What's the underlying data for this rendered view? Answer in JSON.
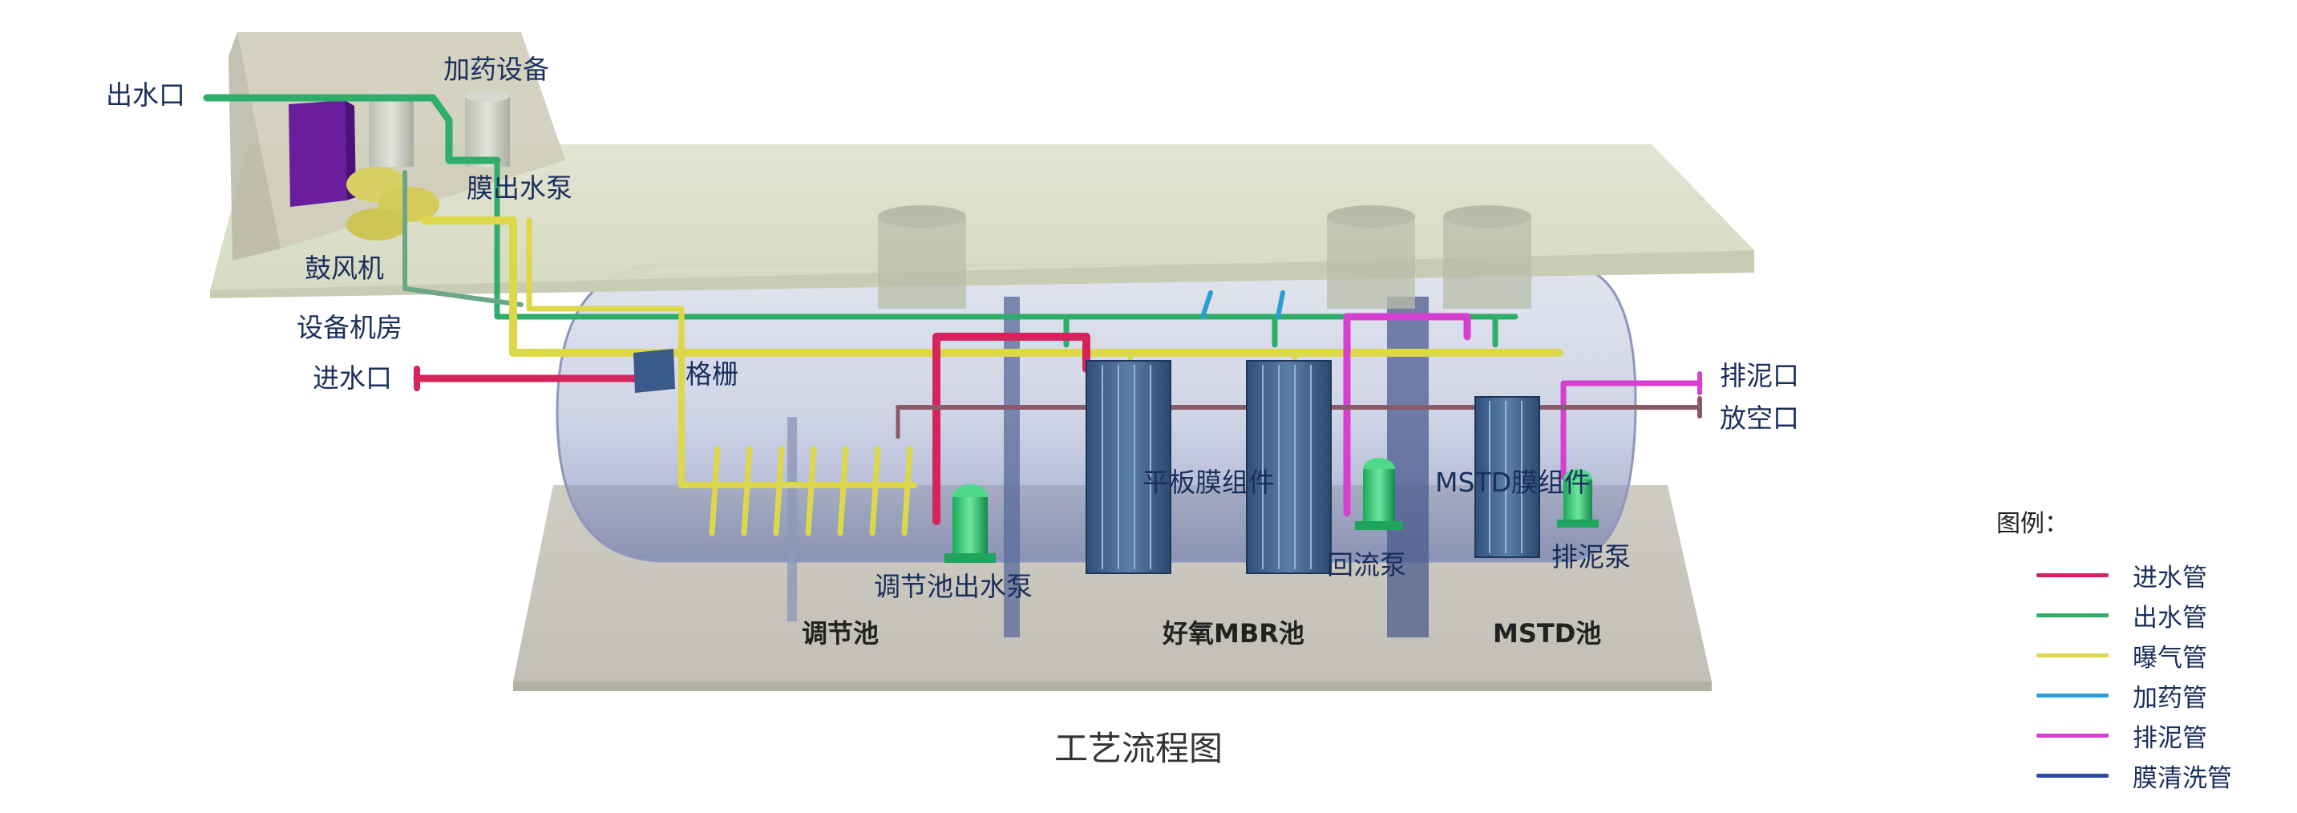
{
  "title": "工艺流程图",
  "labels": {
    "outlet": "出水口",
    "dosing": "加药设备",
    "membrane_pump": "膜出水泵",
    "blower": "鼓风机",
    "equipment_room": "设备机房",
    "inlet": "进水口",
    "grille": "格栅",
    "sludge_outlet": "排泥口",
    "drain_outlet": "放空口",
    "flat_membrane": "平板膜组件",
    "mstd_membrane": "MSTD膜组件",
    "regulating_pump": "调节池出水泵",
    "return_pump": "回流泵",
    "sludge_pump": "排泥泵",
    "regulating_tank": "调节池",
    "mbr_tank": "好氧MBR池",
    "mstd_tank": "MSTD池"
  },
  "legend": {
    "title": "图例：",
    "items": [
      {
        "label": "进水管",
        "color": "#d4245c"
      },
      {
        "label": "出水管",
        "color": "#2fae6a"
      },
      {
        "label": "曝气管",
        "color": "#dcd84a"
      },
      {
        "label": "加药管",
        "color": "#2a9fd6"
      },
      {
        "label": "排泥管",
        "color": "#d63fd0"
      },
      {
        "label": "膜清洗管",
        "color": "#2c4aa0"
      }
    ]
  },
  "colors": {
    "inlet_pipe": "#d4245c",
    "outlet_pipe": "#2fae6a",
    "aeration_pipe": "#dcd84a",
    "dosing_pipe": "#2a9fd6",
    "sludge_pipe": "#d63fd0",
    "cleaning_pipe": "#2c4aa0",
    "drain_pipe": "#8a5a66"
  }
}
